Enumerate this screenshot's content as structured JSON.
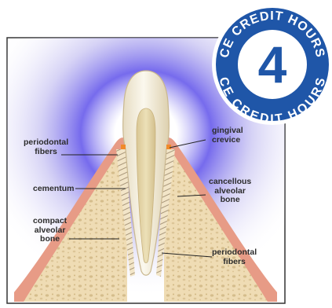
{
  "diagram": {
    "labels": {
      "periodontal_fibers_left": "periodontal\nfibers",
      "cementum": "cementum",
      "compact_alveolar_bone": "compact\nalveolar\nbone",
      "gingival_crevice": "gingival\ncrevice",
      "cancellous_alveolar_bone": "cancellous\nalveolar\nbone",
      "periodontal_fibers_right": "periodontal\nfibers"
    }
  },
  "badge": {
    "top_text": "CE CREDIT HOURS",
    "bottom_text": "CE CREDIT HOURS",
    "number": "4",
    "colors": {
      "blue": "#1f56a8",
      "white": "#ffffff"
    }
  },
  "colors": {
    "glow": "#5a4ee0",
    "gum": "#e79b86",
    "bone": "#efdcb4",
    "enamel": "#f4eedc",
    "pulp": "#e0cf9c",
    "frame": "#333333"
  }
}
